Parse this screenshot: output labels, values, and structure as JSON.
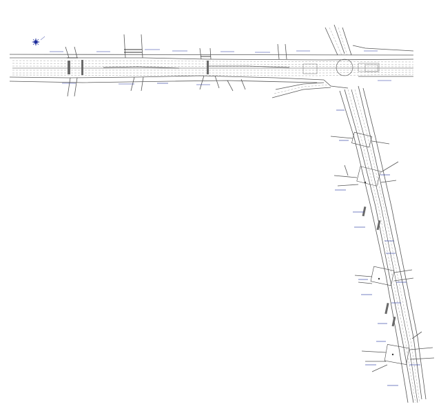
{
  "drawing": {
    "type": "road-plan",
    "corridors": [
      "east-west-arterial",
      "north-south-arterial"
    ],
    "north_arrow_icon": "compass-star-icon",
    "colors": {
      "background": "#ffffff",
      "road_linework": "#555555",
      "annotation": "#1a2a9a"
    }
  }
}
